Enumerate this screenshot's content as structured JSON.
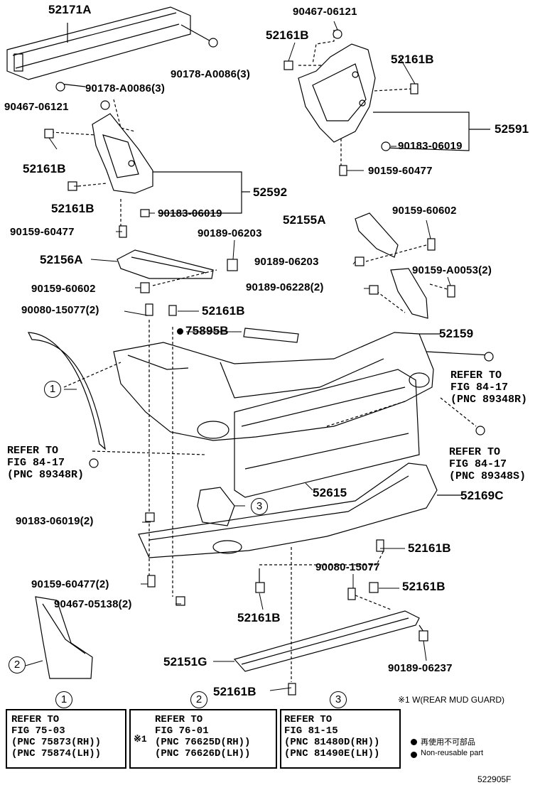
{
  "diagram_id": "522905F",
  "footnote": "※1 W(REAR MUD GUARD)",
  "legend": {
    "line1": "再使用不可部品",
    "line2": "Non-reusable part"
  },
  "labels": {
    "p52171A": "52171A",
    "p90467_06121_top": "90467-06121",
    "p52161B_a": "52161B",
    "p52161B_b": "52161B",
    "p90178_a": "90178-A0086(3)",
    "p90178_b": "90178-A0086(3)",
    "p90467_06121_left": "90467-06121",
    "p52591": "52591",
    "p52161B_c": "52161B",
    "p90183_06019_r": "90183-06019",
    "p90159_60477_r": "90159-60477",
    "p52161B_d": "52161B",
    "p52592": "52592",
    "p90183_06019_l": "90183-06019",
    "p90159_60602_r": "90159-60602",
    "p90159_60477_l": "90159-60477",
    "p90189_06203_a": "90189-06203",
    "p52155A": "52155A",
    "p52156A": "52156A",
    "p90189_06203_b": "90189-06203",
    "p90159_A0053": "90159-A0053(2)",
    "p90159_60602_l": "90159-60602",
    "p90189_06228": "90189-06228(2)",
    "p90080_15077_2": "90080-15077(2)",
    "p52161B_e": "52161B",
    "p75895B": "75895B",
    "p52159": "52159",
    "p52615": "52615",
    "p52169C": "52169C",
    "p90183_06019_2": "90183-06019(2)",
    "p52161B_f": "52161B",
    "p90080_15077": "90080-15077",
    "p90159_60477_2": "90159-60477(2)",
    "p52161B_g": "52161B",
    "p90467_05138": "90467-05138(2)",
    "p52161B_h": "52161B",
    "p52151G": "52151G",
    "p90189_06237": "90189-06237",
    "p52161B_i": "52161B"
  },
  "refs": {
    "r1": "REFER TO\nFIG 84-17\n(PNC 89348R)",
    "r2": "REFER TO\nFIG 84-17\n(PNC 89348R)",
    "r3": "REFER TO\nFIG 84-17\n(PNC 89348S)"
  },
  "circles": [
    "1",
    "2",
    "3"
  ],
  "boxes": [
    {
      "num": "1",
      "text": "REFER TO\nFIG 75-03\n(PNC 75873(RH))\n(PNC 75874(LH))"
    },
    {
      "num": "2",
      "mark": "※1",
      "text": "REFER TO\nFIG 76-01\n(PNC 76625D(RH))\n(PNC 76626D(LH))"
    },
    {
      "num": "3",
      "text": "REFER TO\nFIG 81-15\n(PNC 81480D(RH))\n(PNC 81490E(LH))"
    }
  ]
}
